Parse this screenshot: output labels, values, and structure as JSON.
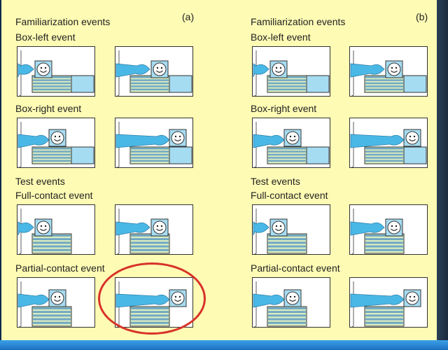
{
  "panels": [
    {
      "id": "a",
      "tag": "(a)",
      "familiarization_title": "Familiarization events",
      "box_left_title": "Box-left event",
      "box_right_title": "Box-right event",
      "test_title": "Test events",
      "full_contact_title": "Full-contact event",
      "partial_contact_title": "Partial-contact event",
      "highlight": "partial-contact-right-frame"
    },
    {
      "id": "b",
      "tag": "(b)",
      "familiarization_title": "Familiarization events",
      "box_left_title": "Box-left event",
      "box_right_title": "Box-right event",
      "test_title": "Test events",
      "full_contact_title": "Full-contact event",
      "partial_contact_title": "Partial-contact event"
    }
  ],
  "colors": {
    "background": "#fefbb4",
    "hand": "#4ab8e6",
    "box": "#a6dcf2",
    "stripe": "#6fa7c4",
    "stripe_gap": "#d9ecbf",
    "highlight": "#d7322a"
  },
  "icons": [
    "hand-icon",
    "smiley-toy-icon",
    "striped-box-icon",
    "blue-box-icon"
  ]
}
